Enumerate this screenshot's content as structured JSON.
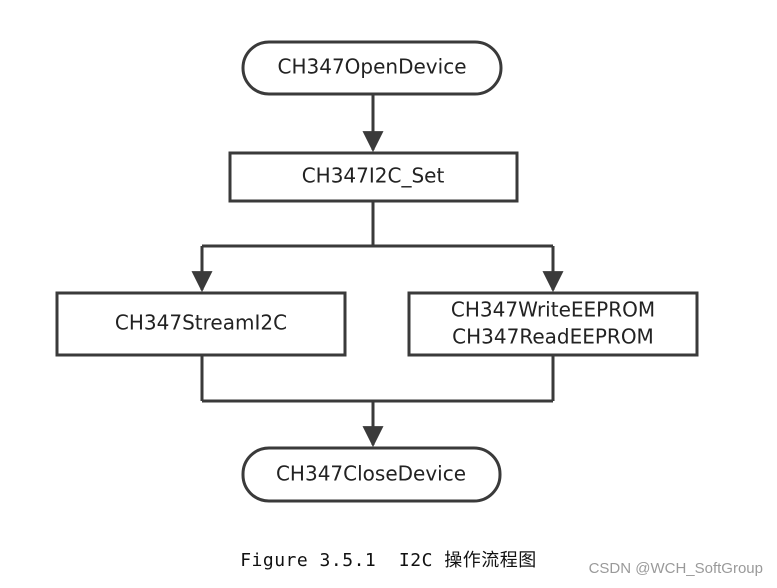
{
  "diagram": {
    "nodes": {
      "open_device": "CH347OpenDevice",
      "i2c_set": "CH347I2C_Set",
      "stream_i2c": "CH347StreamI2C",
      "write_eeprom": "CH347WriteEEPROM",
      "read_eeprom": "CH347ReadEEPROM",
      "close_device": "CH347CloseDevice"
    },
    "edges": [
      [
        "CH347OpenDevice",
        "CH347I2C_Set"
      ],
      [
        "CH347I2C_Set",
        "CH347StreamI2C"
      ],
      [
        "CH347I2C_Set",
        "CH347WriteEEPROM / CH347ReadEEPROM"
      ],
      [
        "CH347StreamI2C",
        "CH347CloseDevice"
      ],
      [
        "CH347WriteEEPROM / CH347ReadEEPROM",
        "CH347CloseDevice"
      ]
    ]
  },
  "caption": "Figure 3.5.1  I2C 操作流程图",
  "watermark": "CSDN @WCH_SoftGroup",
  "colors": {
    "stroke": "#3a3a3a",
    "text": "#222222"
  }
}
